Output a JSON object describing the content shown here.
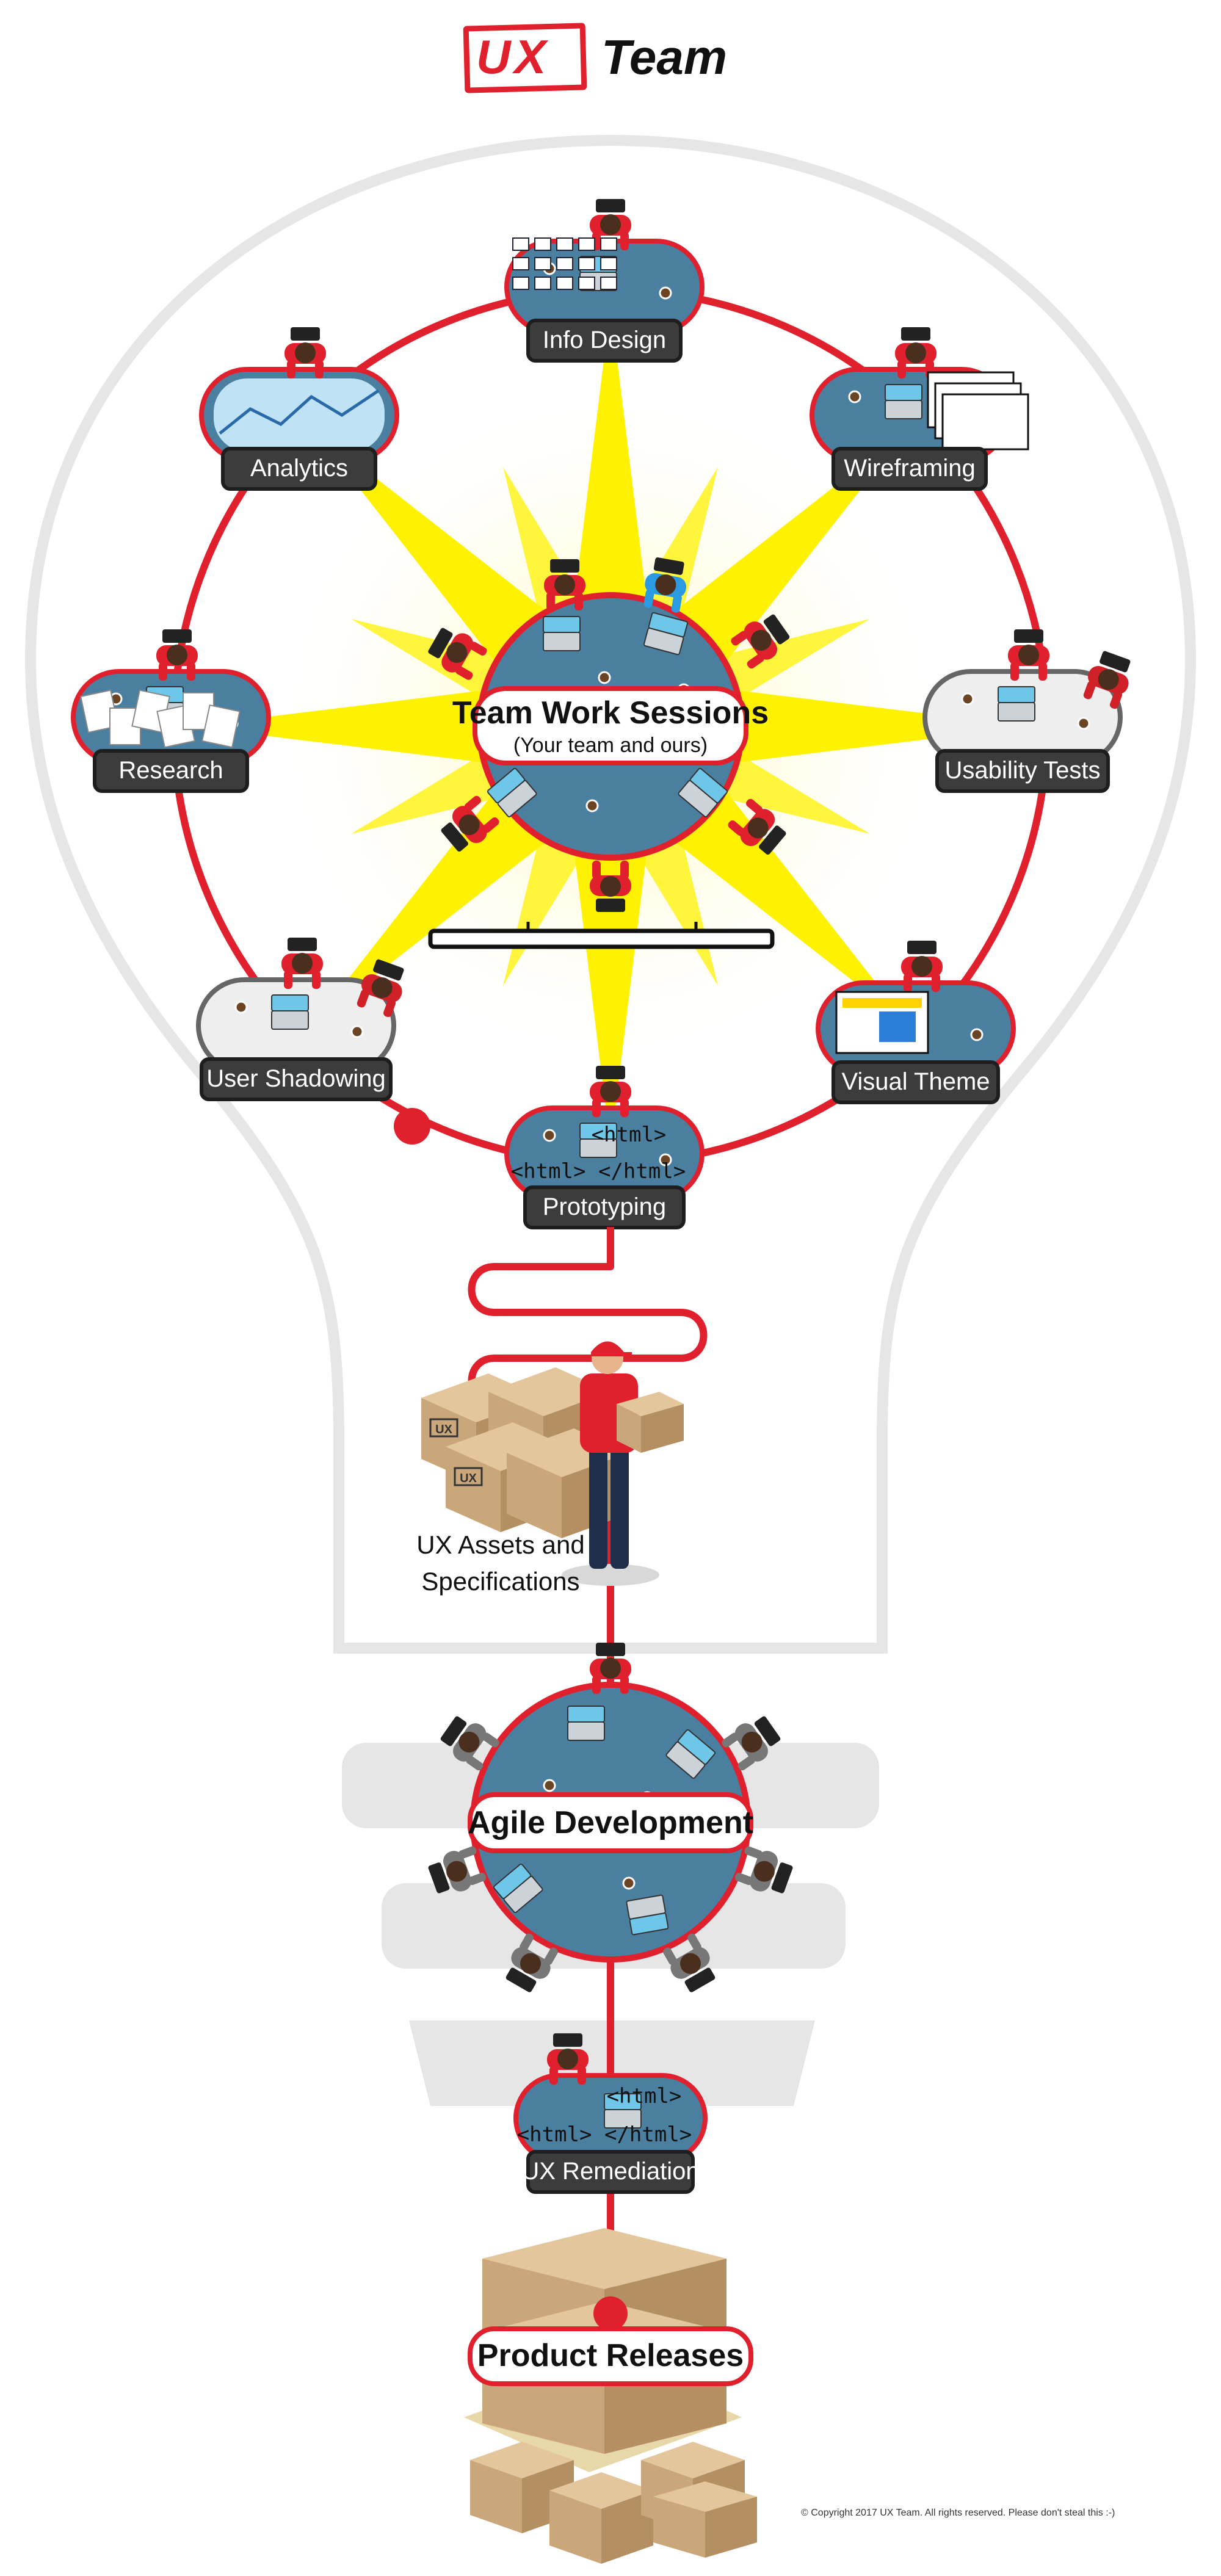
{
  "logo": {
    "mark": "UX",
    "word": "Team"
  },
  "hub": {
    "title": "Team Work Sessions",
    "subtitle": "(Your team and ours)"
  },
  "stations": [
    {
      "id": "info-design",
      "label": "Info Design",
      "theme": "blue",
      "icon": "flowchart-icon"
    },
    {
      "id": "wireframing",
      "label": "Wireframing",
      "theme": "blue",
      "icon": "wireframe-sheets-icon"
    },
    {
      "id": "usability-tests",
      "label": "Usability Tests",
      "theme": "white",
      "icon": "laptop-icon"
    },
    {
      "id": "visual-theme",
      "label": "Visual Theme",
      "theme": "blue",
      "icon": "web-layout-icon"
    },
    {
      "id": "prototyping",
      "label": "Prototyping",
      "theme": "blue",
      "icon": "html-code-icon"
    },
    {
      "id": "user-shadowing",
      "label": "User Shadowing",
      "theme": "white",
      "icon": "laptop-icon"
    },
    {
      "id": "research",
      "label": "Research",
      "theme": "blue",
      "icon": "documents-icon"
    },
    {
      "id": "analytics",
      "label": "Analytics",
      "theme": "blue",
      "icon": "chart-icon"
    }
  ],
  "code_snippets": [
    "<html>",
    "<html> </html>"
  ],
  "deliverable": {
    "line1": "UX Assets and",
    "line2": "Specifications",
    "box_mark": "UX"
  },
  "agile": {
    "label": "Agile Development"
  },
  "remediation": {
    "label": "UX Remediation"
  },
  "releases": {
    "label": "Product Releases"
  },
  "copyright": "© Copyright 2017 UX Team. All rights reserved. Please don't steal this :-)",
  "colors": {
    "accent": "#e0202c",
    "table_blue": "#4a7f9f",
    "label_dark": "#3c3c3c",
    "sun_yellow": "#fff200",
    "bulb_outline": "#e6e6e6",
    "box_brown": "#c9a77a"
  }
}
